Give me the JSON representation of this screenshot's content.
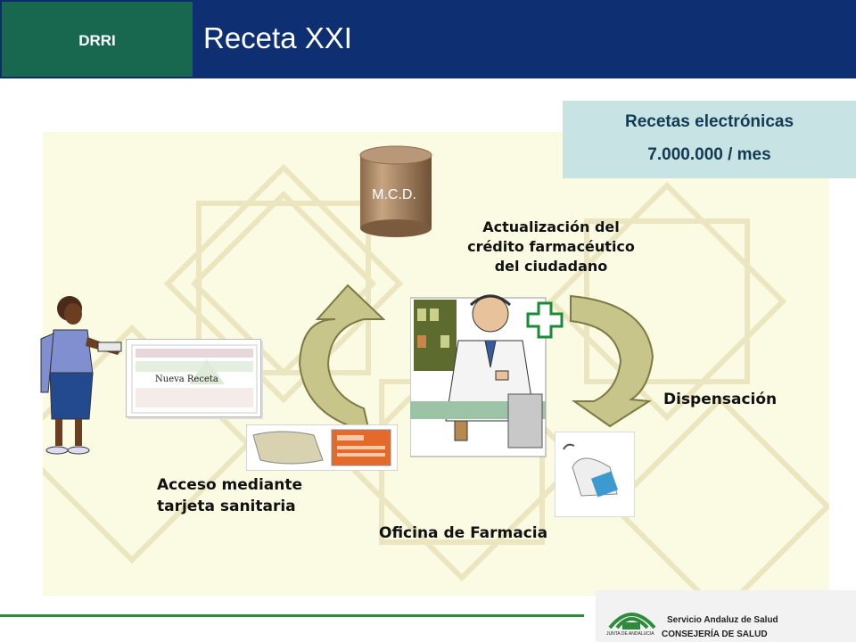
{
  "header": {
    "section_label": "DRRI",
    "title": "Receta XXI"
  },
  "stats": {
    "label": "Recetas electrónicas",
    "value": "7.000.000 / mes"
  },
  "diagram": {
    "database_label": "M.C.D.",
    "update_label_lines": [
      "Actualización del",
      "crédito farmacéutico",
      "del ciudadano"
    ],
    "dispensing_label": "Dispensación",
    "access_label_lines": [
      "Acceso mediante",
      "tarjeta sanitaria"
    ],
    "pharmacy_label": "Oficina de Farmacia",
    "prescription_label": "Nueva Receta"
  },
  "footer": {
    "org_service": "Servicio Andaluz de Salud",
    "org_department": "CONSEJERÍA DE SALUD",
    "org_region": "JUNTA DE ANDALUCIA"
  },
  "colors": {
    "header_left": "#17684e",
    "header_right": "#0e2f72",
    "panel": "#fbfbe3",
    "stat_box": "#c7e3e3",
    "arrow_fill": "#c8c58a",
    "footer_line": "#2f8a3c"
  },
  "icons": [
    "database-icon",
    "cycle-arrow-icon",
    "pharmacy-cross-icon",
    "card-reader-icon",
    "health-card-icon",
    "doctor-icon",
    "pharmacist-icon"
  ]
}
